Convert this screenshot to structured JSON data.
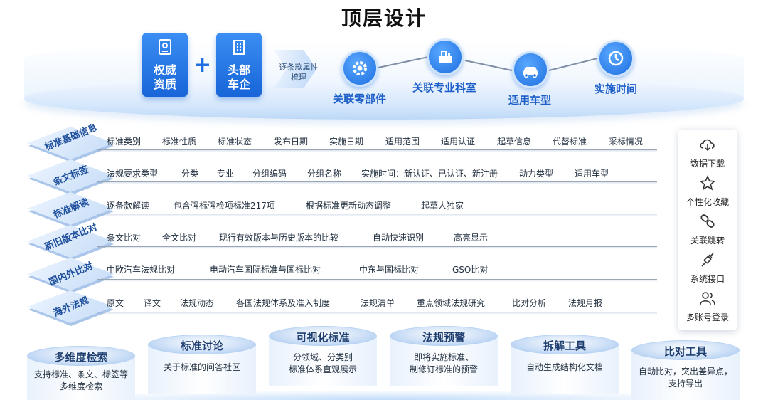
{
  "title": "顶层设计",
  "sources": {
    "authority": {
      "label": "权威资质",
      "icon": "id-badge-icon"
    },
    "plus": "+",
    "enterprise": {
      "label": "头部车企",
      "icon": "building-icon"
    }
  },
  "chevron_text": "逐条款属性梳理",
  "attributes": [
    {
      "label": "关联零部件",
      "icon": "gear-icon"
    },
    {
      "label": "关联专业科室",
      "icon": "lab-equipment-icon"
    },
    {
      "label": "适用车型",
      "icon": "car-icon"
    },
    {
      "label": "实施时间",
      "icon": "clock-icon"
    }
  ],
  "rows": [
    {
      "label": "标准基础信息",
      "items": [
        "标准类别",
        "标准性质",
        "标准状态",
        "发布日期",
        "实施日期",
        "适用范围",
        "适用认证",
        "起草信息",
        "代替标准",
        "采标情况"
      ]
    },
    {
      "label": "条文标签",
      "items": [
        "法规要求类型",
        "分类",
        "专业",
        "分组编码",
        "分组名称",
        "实施时间：新认证、已认证、新注册",
        "动力类型",
        "适用车型"
      ]
    },
    {
      "label": "标准解读",
      "items": [
        "逐条款解读",
        "包含强标强检项标准217项",
        "根据标准更新动态调整",
        "起草人独家"
      ]
    },
    {
      "label": "新旧版本比对",
      "items": [
        "条文比对",
        "全文比对",
        "现行有效版本与历史版本的比较",
        "自动快速识别",
        "高亮显示"
      ]
    },
    {
      "label": "国内外比对",
      "items": [
        "中欧汽车法规比对",
        "电动汽车国际标准与国标比对",
        "中东与国标比对",
        "GSO比对"
      ]
    },
    {
      "label": "海外法规",
      "items": [
        "原文",
        "译文",
        "法规动态",
        "各国法规体系及准入制度",
        "法规清单",
        "重点领域法规研究",
        "比对分析",
        "法规月报"
      ]
    }
  ],
  "side_tools": [
    {
      "label": "数据下载",
      "icon": "cloud-download-icon"
    },
    {
      "label": "个性化收藏",
      "icon": "star-icon"
    },
    {
      "label": "关联跳转",
      "icon": "link-icon"
    },
    {
      "label": "系统接口",
      "icon": "plug-icon"
    },
    {
      "label": "多账号登录",
      "icon": "users-icon"
    }
  ],
  "features": [
    {
      "title": "多维度检索",
      "desc_lines": [
        "支持标准、条文、标签等",
        "多维度检索"
      ]
    },
    {
      "title": "标准讨论",
      "desc_lines": [
        "关于标准的问答社区"
      ]
    },
    {
      "title": "可视化标准",
      "desc_lines": [
        "分领域、分类别",
        "标准体系直观展示"
      ]
    },
    {
      "title": "法规预警",
      "desc_lines": [
        "即将实施标准、",
        "制修订标准的预警"
      ]
    },
    {
      "title": "拆解工具",
      "desc_lines": [
        "自动生成结构化文档"
      ]
    },
    {
      "title": "比对工具",
      "desc_lines": [
        "自动比对，突出差异点，",
        "支持导出"
      ]
    }
  ]
}
